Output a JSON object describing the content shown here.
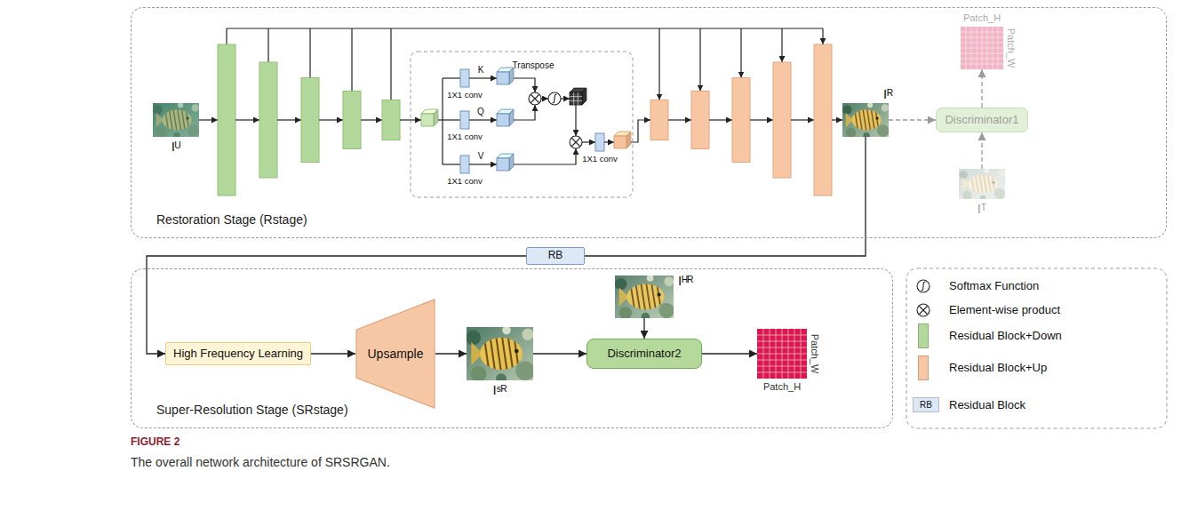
{
  "diagram": {
    "caption": "The overall network architecture of SRSRGAN.",
    "nodes": [
      {
        "text": [
          "Restoration Stage (Rstage)"
        ]
      },
      {
        "text": [
          "Iᵁ"
        ],
        "in": 0
      },
      {
        "text": [
          "Iᴿ"
        ],
        "in": 0
      },
      {
        "text": [
          "Discriminator1"
        ],
        "in": 0
      },
      {
        "text": [
          "Patch_H",
          "Patch_W"
        ],
        "in": 0
      },
      {
        "text": [
          "Iᵀ"
        ],
        "in": 0
      },
      {
        "text": [
          "RB"
        ]
      },
      {
        "text": [
          "Super-Resolution Stage (SRstage)"
        ]
      },
      {
        "text": [
          "High Frequency Learning"
        ],
        "in": 7
      },
      {
        "text": [
          "Upsample"
        ],
        "in": 7
      },
      {
        "text": [
          "Iˢᴿ"
        ],
        "in": 7
      },
      {
        "text": [
          "Iᴴᴿ"
        ],
        "in": 7
      },
      {
        "text": [
          "Discriminator2"
        ],
        "in": 7
      },
      {
        "text": [
          "Patch_H",
          "Patch_W"
        ],
        "in": 7
      }
    ],
    "edges": [
      {
        "from": 2,
        "to": 3,
        "arrow": "to"
      },
      {
        "from": 5,
        "to": 3,
        "arrow": "to"
      },
      {
        "from": 3,
        "to": 4,
        "arrow": "to"
      },
      {
        "from": 2,
        "to": 6,
        "arrow": "none"
      },
      {
        "from": 6,
        "to": 8,
        "arrow": "to"
      },
      {
        "from": 8,
        "to": 9,
        "arrow": "to"
      },
      {
        "from": 9,
        "to": 10,
        "arrow": "to"
      },
      {
        "from": 10,
        "to": 12,
        "arrow": "to"
      },
      {
        "from": 11,
        "to": 12,
        "arrow": "to"
      },
      {
        "from": 12,
        "to": 13,
        "arrow": "to"
      }
    ],
    "labels": [
      "K",
      "Q",
      "V",
      "Transpose",
      "1X1 conv",
      "1X1 conv",
      "1X1 conv",
      "1X1 conv",
      "RB",
      "FIGURE 2"
    ],
    "legend": [
      {
        "text": "Softmax Function"
      },
      {
        "text": "Element-wise product"
      },
      {
        "text": "Residual Block+Down",
        "color": "#b3d89c"
      },
      {
        "text": "Residual Block+Up",
        "color": "#f7c6a3"
      },
      {
        "text": "Residual Block",
        "color": "#dce8f6"
      }
    ]
  }
}
